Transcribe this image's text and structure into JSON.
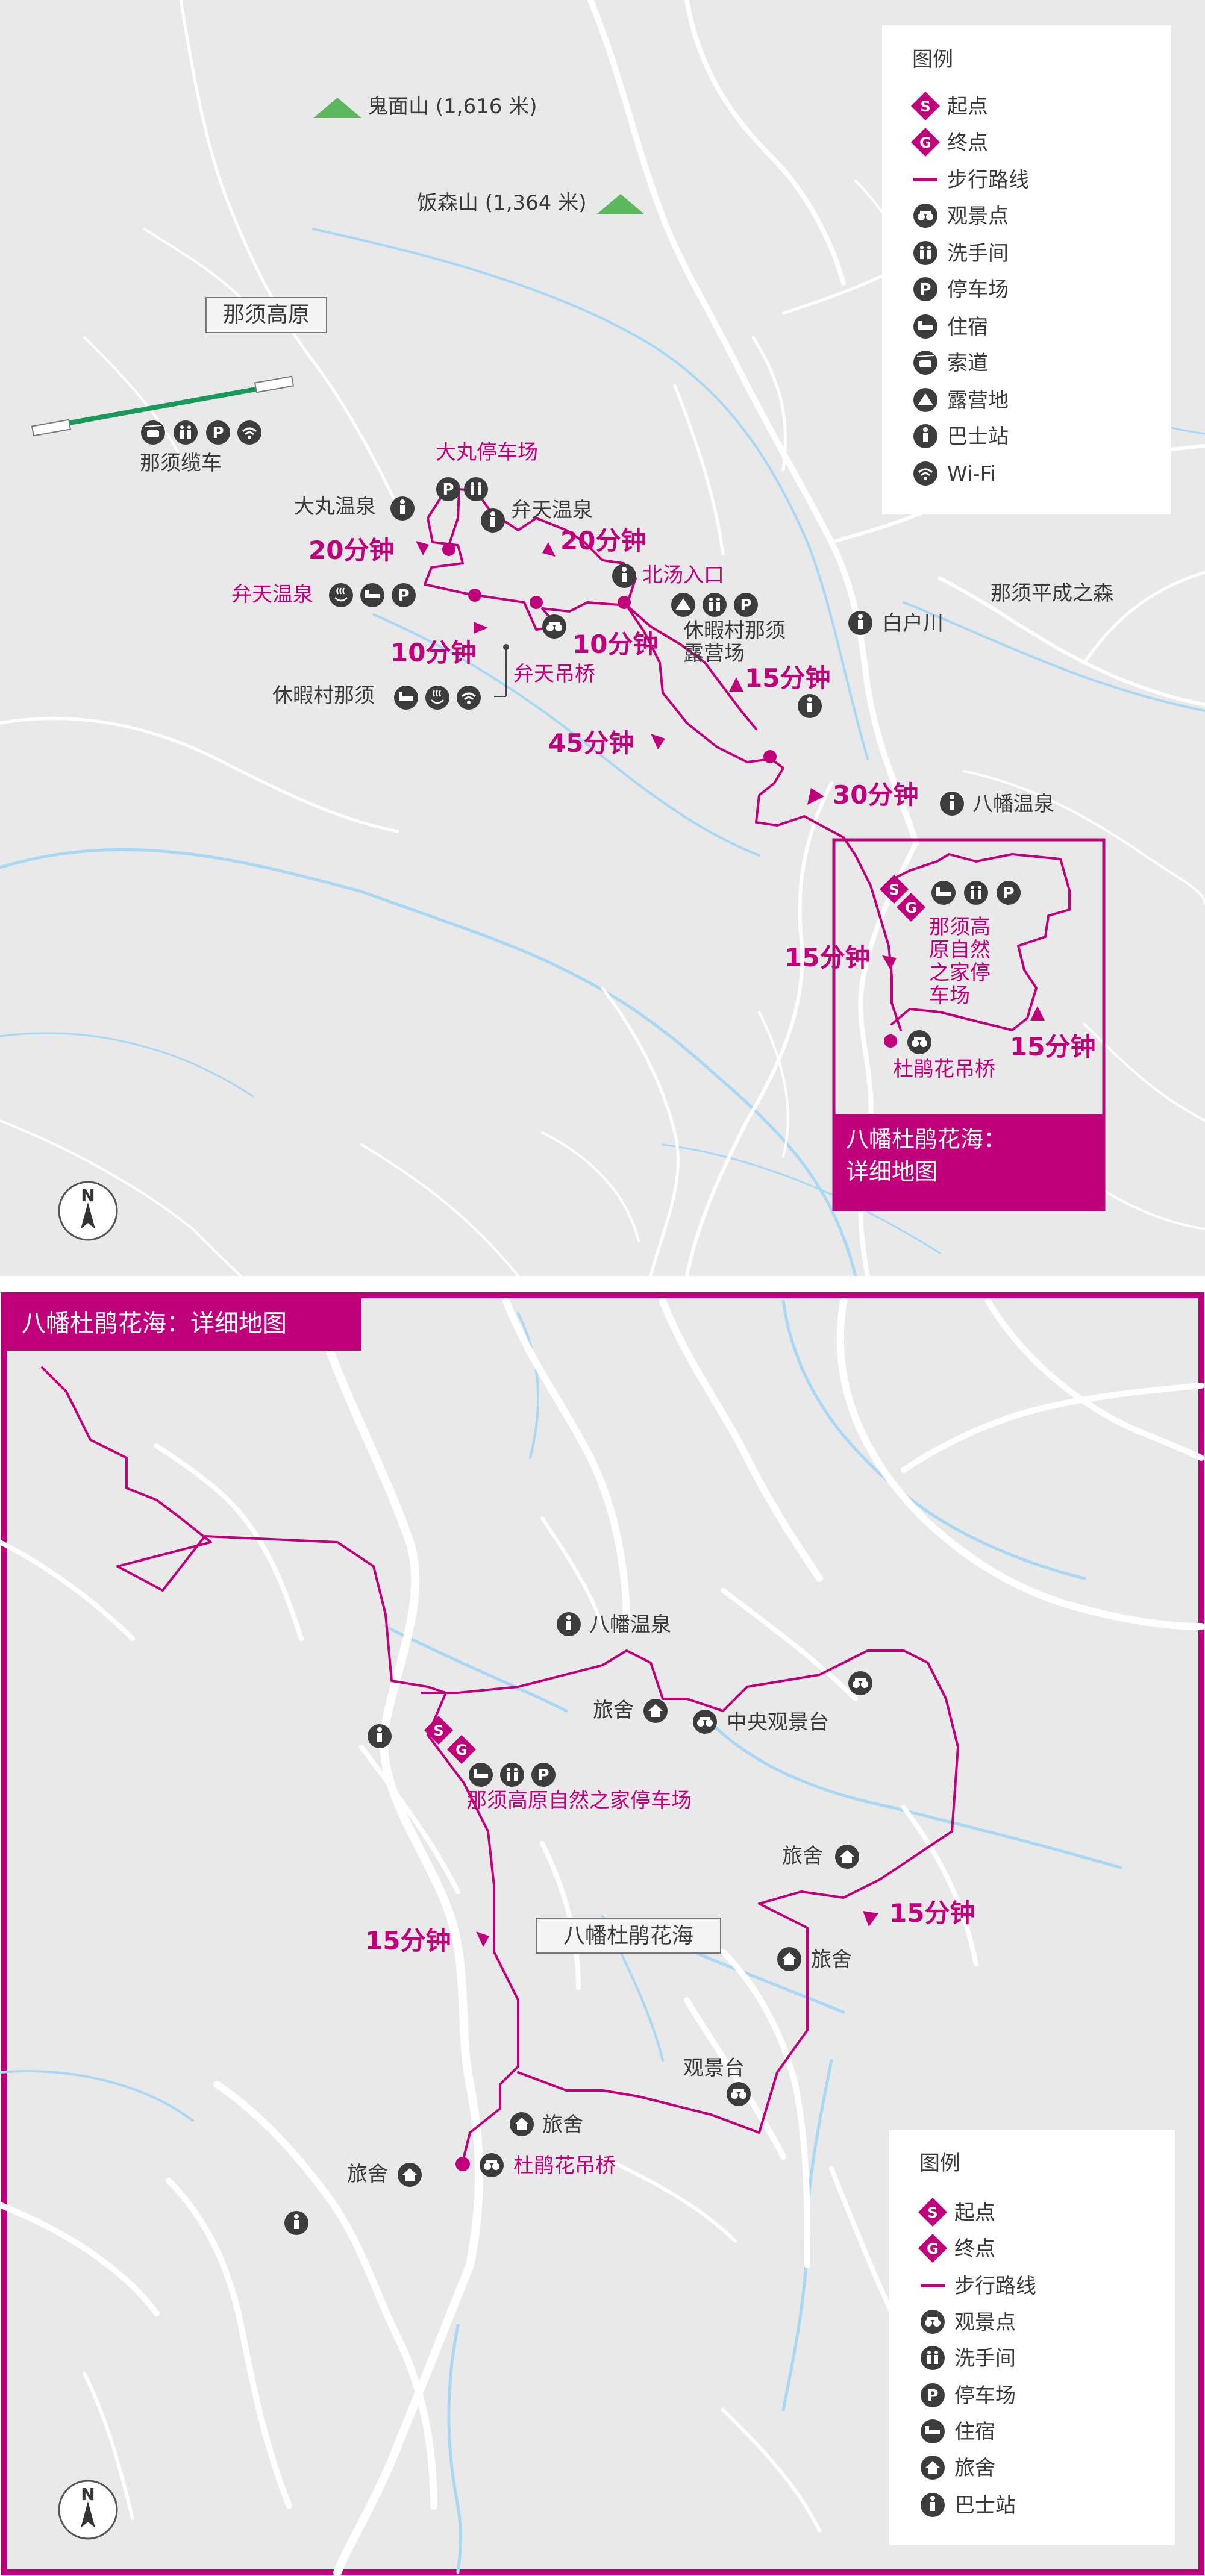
{
  "top_map": {
    "legend": {
      "title": "图例",
      "items": [
        {
          "icon": "start-marker",
          "label": "起点"
        },
        {
          "icon": "goal-marker",
          "label": "终点"
        },
        {
          "icon": "route-line",
          "label": "步行路线"
        },
        {
          "icon": "binoculars-icon",
          "label": "观景点"
        },
        {
          "icon": "restroom-icon",
          "label": "洗手间"
        },
        {
          "icon": "parking-icon",
          "label": "停车场"
        },
        {
          "icon": "bed-icon",
          "label": "住宿"
        },
        {
          "icon": "ropeway-icon",
          "label": "索道"
        },
        {
          "icon": "camping-icon",
          "label": "露营地"
        },
        {
          "icon": "bus-stop-icon",
          "label": "巴士站"
        },
        {
          "icon": "wifi-icon",
          "label": "Wi-Fi"
        }
      ]
    },
    "mountains": [
      {
        "label": "鬼面山 (1,616 米)"
      },
      {
        "label": "饭森山 (1,364 米)"
      }
    ],
    "region_box_label": "那须高原",
    "ropeway_label": "那须缆车",
    "labels": {
      "omaru_parking": "大丸停车场",
      "omaru_onsen": "大丸温泉",
      "benten_onsen_right": "弁天温泉",
      "benten_onsen_left": "弁天温泉",
      "kitayu_entrance": "北汤入口",
      "benten_bridge": "弁天吊桥",
      "kyuka_nasu": "休暇村那须",
      "kyuka_camp_line1": "休暇村那须",
      "kyuka_camp_line2": "露营场",
      "shirodogawa": "白户川",
      "heisei_forest": "那须平成之森",
      "hachiman_onsen": "八幡温泉",
      "nature_house_l1": "那须高",
      "nature_house_l2": "原自然",
      "nature_house_l3": "之家停",
      "nature_house_l4": "车场",
      "tsutsuji_bridge": "杜鹃花吊桥",
      "detail_callout_l1": "八幡杜鹃花海：",
      "detail_callout_l2": "详细地图"
    },
    "times": {
      "t1": "20分钟",
      "t2": "20分钟",
      "t3": "10分钟",
      "t4": "10分钟",
      "t5": "15分钟",
      "t6": "45分钟",
      "t7": "30分钟",
      "t8": "15分钟",
      "t9": "15分钟"
    },
    "markers": {
      "start": "S",
      "goal": "G"
    },
    "north": "N"
  },
  "bottom_map": {
    "title": "八幡杜鹃花海：详细地图",
    "center_label": "八幡杜鹃花海",
    "labels": {
      "hachiman_onsen": "八幡温泉",
      "ryosha1": "旅舍",
      "central_obs": "中央观景台",
      "nature_house": "那须高原自然之家停车场",
      "ryosha2": "旅舍",
      "ryosha3": "旅舍",
      "obs": "观景台",
      "ryosha4": "旅舍",
      "ryosha5": "旅舍",
      "tsutsuji_bridge": "杜鹃花吊桥"
    },
    "times": {
      "t1": "15分钟",
      "t2": "15分钟"
    },
    "markers": {
      "start": "S",
      "goal": "G"
    },
    "legend": {
      "title": "图例",
      "items": [
        {
          "icon": "start-marker",
          "label": "起点"
        },
        {
          "icon": "goal-marker",
          "label": "终点"
        },
        {
          "icon": "route-line",
          "label": "步行路线"
        },
        {
          "icon": "binoculars-icon",
          "label": "观景点"
        },
        {
          "icon": "restroom-icon",
          "label": "洗手间"
        },
        {
          "icon": "parking-icon",
          "label": "停车场"
        },
        {
          "icon": "bed-icon",
          "label": "住宿"
        },
        {
          "icon": "hostel-icon",
          "label": "旅舍"
        },
        {
          "icon": "bus-stop-icon",
          "label": "巴士站"
        }
      ]
    },
    "north": "N"
  },
  "colors": {
    "route": "#c0007a",
    "land": "#e9e9e9",
    "road": "#ffffff",
    "river": "#a9d8f5",
    "mountain": "#5cb85c",
    "ropeway": "#1a9a5a",
    "icon": "#3c3c3c"
  },
  "icons": {
    "binoculars": "∞",
    "restroom": "♿",
    "parking": "P",
    "bed": "▬",
    "ropeway": "⌂",
    "camping": "▲",
    "bus": "i",
    "wifi": "≋",
    "onsen": "♨",
    "hostel": "⌂"
  }
}
